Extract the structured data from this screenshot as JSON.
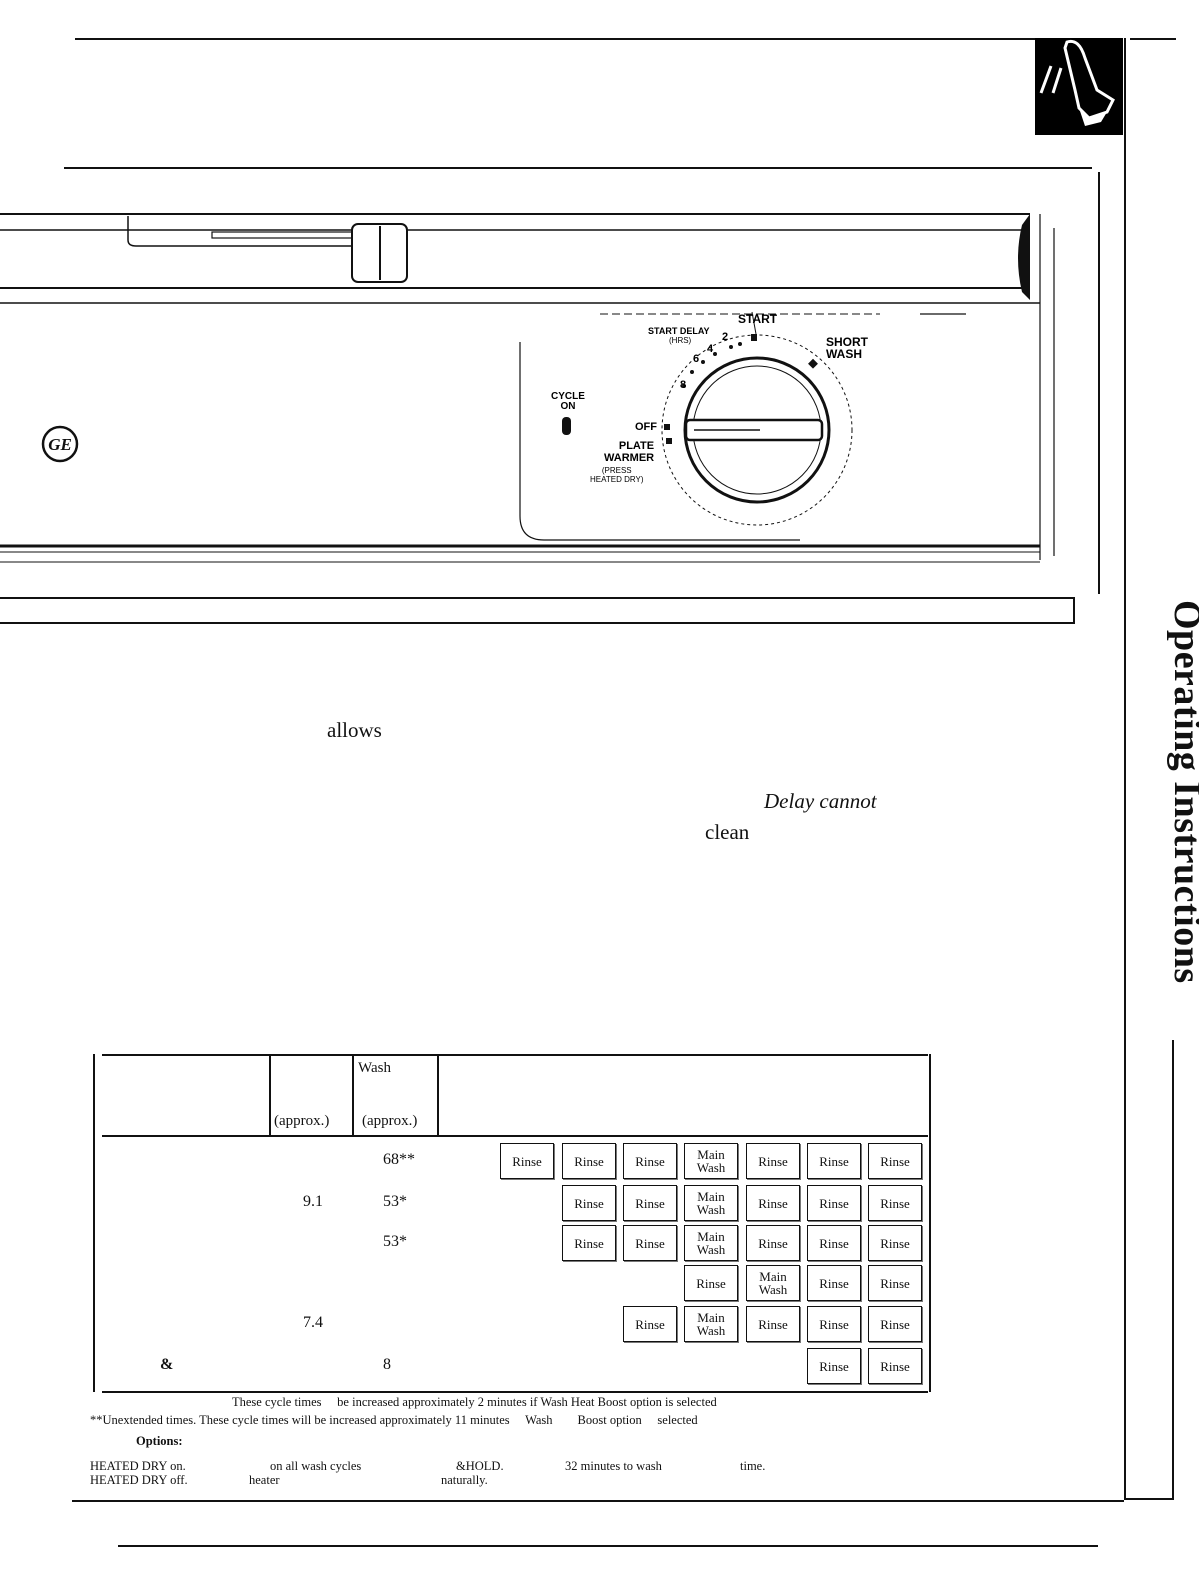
{
  "side_title": "Operating Instructions",
  "panel": {
    "logo_text": "GE",
    "cycle_on_label": "CYCLE\nON",
    "dial": {
      "start": "START",
      "start_delay": "START DELAY",
      "hrs": "(HRS)",
      "delay_marks": [
        "2",
        "4",
        "6",
        "8"
      ],
      "short_wash": "SHORT\nWASH",
      "off": "OFF",
      "plate_warmer": "PLATE\nWARMER",
      "press_heated_dry": "(PRESS\nHEATED DRY)"
    }
  },
  "body_fragments": {
    "allows": "allows",
    "delay_cannot": "Delay cannot",
    "clean": "clean"
  },
  "table": {
    "headers": {
      "wash": "Wash",
      "approx1": "(approx.)",
      "approx2": "(approx.)"
    },
    "rows": [
      {
        "water": "",
        "time": "68**",
        "steps": [
          "Rinse",
          "Rinse",
          "Rinse",
          "Main Wash",
          "Rinse",
          "Rinse",
          "Rinse"
        ]
      },
      {
        "water": "9.1",
        "time": "53*",
        "steps": [
          "Rinse",
          "Rinse",
          "Main Wash",
          "Rinse",
          "Rinse",
          "Rinse"
        ]
      },
      {
        "water": "",
        "time": "53*",
        "steps": [
          "Rinse",
          "Rinse",
          "Main Wash",
          "Rinse",
          "Rinse",
          "Rinse"
        ]
      },
      {
        "water": "",
        "time": "",
        "steps": [
          "Rinse",
          "Main Wash",
          "Rinse",
          "Rinse"
        ]
      },
      {
        "water": "7.4",
        "time": "",
        "steps": [
          "Rinse",
          "Main Wash",
          "Rinse",
          "Rinse",
          "Rinse"
        ]
      },
      {
        "cycle": "&",
        "water": "",
        "time": "8",
        "steps": [
          "Rinse",
          "Rinse"
        ]
      }
    ]
  },
  "footnotes": {
    "f1": "These cycle times     be increased approximately 2 minutes if Wash Heat Boost option is selected",
    "f2": "**Unextended times. These cycle times will be increased approximately 11 minutes     Wash        Boost option     selected",
    "options_label": "Options:",
    "o1a": "HEATED DRY on.",
    "o1b": "on all wash cycles",
    "o1c": "&HOLD.",
    "o1d": "32 minutes to wash",
    "o1e": "time.",
    "o2a": "HEATED DRY off.",
    "o2b": "heater",
    "o2c": "naturally."
  }
}
